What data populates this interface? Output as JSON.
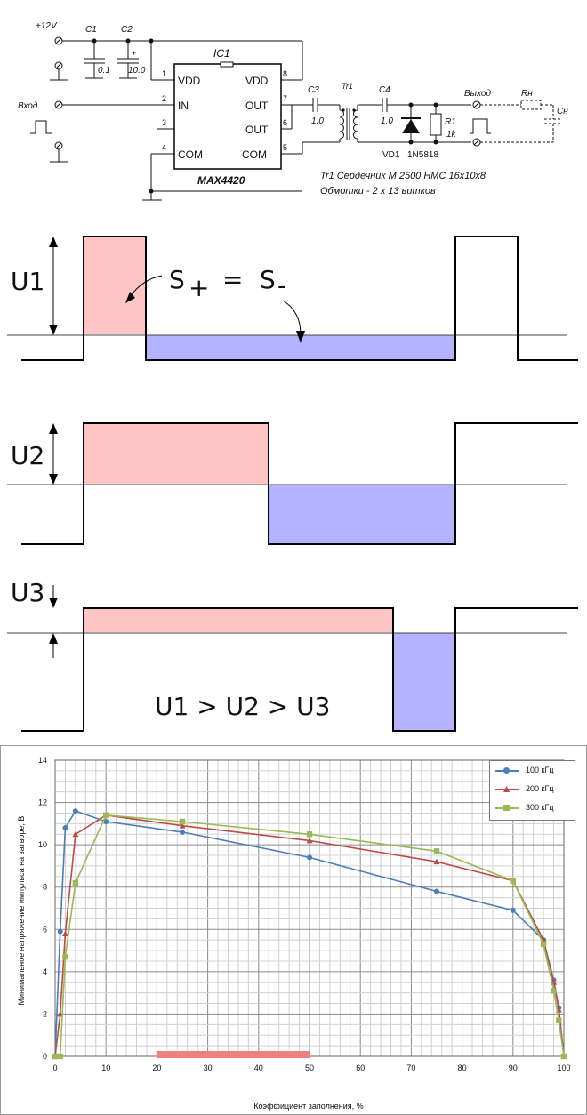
{
  "schematic": {
    "ic_name": "IC1",
    "ic_part": "MAX4420",
    "pins": [
      {
        "num": "1",
        "label": "VDD"
      },
      {
        "num": "2",
        "label": "IN"
      },
      {
        "num": "3",
        "label": ""
      },
      {
        "num": "4",
        "label": "COM"
      },
      {
        "num": "8",
        "label": "VDD"
      },
      {
        "num": "7",
        "label": "OUT"
      },
      {
        "num": "6",
        "label": "OUT"
      },
      {
        "num": "5",
        "label": "COM"
      }
    ],
    "supply": "+12V",
    "c1": {
      "name": "C1",
      "value": "0.1"
    },
    "c2": {
      "name": "C2",
      "value": "10.0",
      "polarity": "+"
    },
    "c3": {
      "name": "C3",
      "value": "1.0"
    },
    "c4": {
      "name": "C4",
      "value": "1.0"
    },
    "tr": "Tr1",
    "input_label": "Вход",
    "output_label": "Выход",
    "vd1": "VD1",
    "diode_part": "1N5818",
    "r1": {
      "name": "R1",
      "value": "1k"
    },
    "rn": "Rн",
    "cn": "Сн",
    "note1": "Tr1   Сердечник М 2500 НМС 16х10х8",
    "note2": "Обмотки - 2 х 13 витков"
  },
  "waveforms": {
    "u1": "U1",
    "u2": "U2",
    "u3": "U3",
    "eq_s_plus": "S",
    "eq_plus": "+",
    "eq_equals": "=",
    "eq_s_minus": "S",
    "eq_minus": "-",
    "inequality": "U1 > U2 > U3",
    "colors": {
      "positive": "#ffc4c4",
      "negative": "#b3b3ff"
    }
  },
  "chart_data": {
    "type": "line",
    "title": "",
    "xlabel": "Коэффициент заполнения, %",
    "ylabel": "Минимальное напряжение импульса на затворе, В",
    "xlim": [
      0,
      100
    ],
    "ylim": [
      0,
      14
    ],
    "x_ticks": [
      0,
      10,
      20,
      30,
      40,
      50,
      60,
      70,
      80,
      90,
      100
    ],
    "y_ticks": [
      0,
      2,
      4,
      6,
      8,
      10,
      12,
      14
    ],
    "grid": true,
    "legend_position": "top-right",
    "series": [
      {
        "name": "100 кГц",
        "color": "#4a7ebb",
        "marker": "circle",
        "points": [
          [
            0,
            0
          ],
          [
            1,
            5.9
          ],
          [
            2,
            10.8
          ],
          [
            4,
            11.6
          ],
          [
            10,
            11.1
          ],
          [
            25,
            10.6
          ],
          [
            50,
            9.4
          ],
          [
            75,
            7.8
          ],
          [
            90,
            6.9
          ],
          [
            96,
            5.5
          ],
          [
            98,
            3.6
          ],
          [
            99,
            2.3
          ],
          [
            100,
            0
          ]
        ]
      },
      {
        "name": "200 кГц",
        "color": "#be4b48",
        "marker": "triangle",
        "points": [
          [
            0,
            0
          ],
          [
            1,
            2
          ],
          [
            2,
            5.8
          ],
          [
            4,
            10.5
          ],
          [
            10,
            11.4
          ],
          [
            25,
            10.9
          ],
          [
            50,
            10.2
          ],
          [
            75,
            9.2
          ],
          [
            90,
            8.3
          ],
          [
            96,
            5.5
          ],
          [
            98,
            3.5
          ],
          [
            99,
            2.2
          ],
          [
            100,
            0
          ]
        ]
      },
      {
        "name": "300 кГц",
        "color": "#98b954",
        "marker": "square",
        "points": [
          [
            0,
            0
          ],
          [
            1,
            0
          ],
          [
            2,
            4.7
          ],
          [
            4,
            8.2
          ],
          [
            10,
            11.4
          ],
          [
            25,
            11.1
          ],
          [
            50,
            10.5
          ],
          [
            75,
            9.7
          ],
          [
            90,
            8.3
          ],
          [
            96,
            5.3
          ],
          [
            98,
            3.1
          ],
          [
            99,
            1.7
          ],
          [
            100,
            0
          ]
        ]
      }
    ],
    "highlight_range": {
      "x": [
        20,
        50
      ],
      "color": "#ee8080"
    }
  }
}
